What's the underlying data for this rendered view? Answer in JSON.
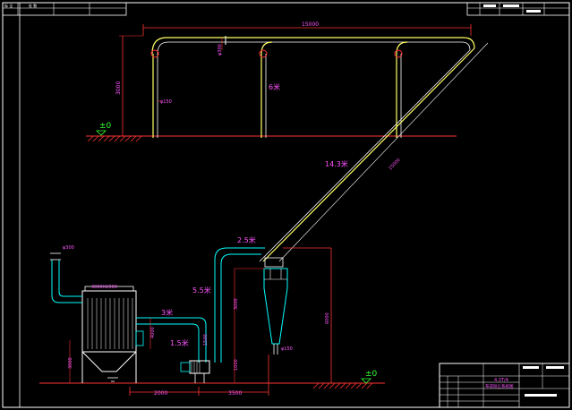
{
  "colors": {
    "background": "#000000",
    "frame": "#ffffff",
    "pipe": "#ffff66",
    "pipe_inner": "#ffffff",
    "dimension": "#ff3333",
    "label": "#ff55ff",
    "cyan": "#00ffff",
    "green": "#33ff33"
  },
  "header_left": {
    "a": "标 记",
    "b": "处 数"
  },
  "dims": {
    "top_span": "15000",
    "top_height": "3000",
    "top_pipe_dia": "φ300",
    "drop_pipe_dia": "φ150",
    "incline_len": "15000",
    "bag_width": "3000X2000",
    "inlet_top_dia": "φ300",
    "fan_width": "2000",
    "cyclone_offset": "3500",
    "cyclone_height": "3000",
    "cyclone_total": "6000",
    "cyclone_outlet": "φ150",
    "riser_height": "1500",
    "bag_height": "3000",
    "fan_height": "1000",
    "mid_height": "4000"
  },
  "level_marks": {
    "upper": "±0",
    "lower": "±0"
  },
  "segment_labels": {
    "drop": "6米",
    "incline": "14.3米",
    "top_horiz": "2.5米",
    "riser": "5.5米",
    "mid": "3米",
    "low": "1.5米"
  },
  "title_block": {
    "code": "4.3T/4",
    "name": "布袋除尘系统图"
  }
}
